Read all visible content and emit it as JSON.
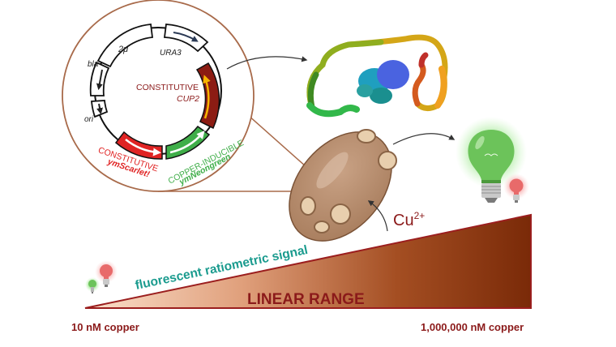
{
  "plasmid": {
    "features": {
      "two_micron": "2μ",
      "ura3": "URA3",
      "bla": "bla",
      "ori": "ori"
    },
    "cup2": {
      "promoter": "CONSTITUTIVE",
      "gene": "CUP2"
    },
    "scarlet": {
      "promoter": "CONSTITUTIVE",
      "gene": "ymScarlet!"
    },
    "neongreen": {
      "promoter": "COPPER-INDUCIBLE",
      "gene": "ymNeongreen"
    }
  },
  "ion_label": {
    "base": "Cu",
    "charge": "2+"
  },
  "gradient": {
    "signal_label": "fluorescent ratiometric signal",
    "range_label": "LINEAR RANGE",
    "low_label": "10 nM copper",
    "high_label": "1,000,000 nM copper"
  },
  "colors": {
    "dark_red": "#8b1a1a",
    "red": "#e02424",
    "green": "#3fae49",
    "teal": "#1a9b8e",
    "cup2_red": "#8c1c13",
    "cell_brown": "#b58868",
    "gradient_start": "#f6c7a6",
    "gradient_end": "#7a2a08"
  }
}
